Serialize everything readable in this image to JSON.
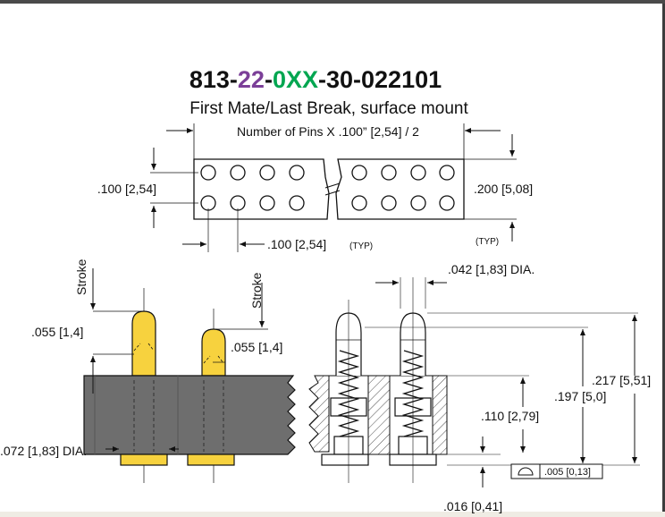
{
  "part_number": {
    "p1": "813-",
    "p2": "22",
    "p3": "-",
    "p4": "0XX",
    "p5": "-30-022101"
  },
  "subtitle": "First Mate/Last Break, surface mount",
  "colors": {
    "purple": "#7b3f98",
    "green": "#00a650",
    "gold": "#f7d23e",
    "body": "#6e6e6e",
    "frame": "#4a4a4a"
  },
  "top_view": {
    "pin_count_label": "Number of Pins X .100” [2,54] / 2",
    "row_pitch": ".100 [2,54]",
    "col_pitch": ".100 [2,54]",
    "col_pitch_typ": "(TYP)",
    "height": ".200 [5,08]"
  },
  "side_left": {
    "stroke1": "Stroke",
    "stroke2": "Stroke",
    "tip1": ".055 [1,4]",
    "tip2": ".055 [1,4]",
    "base_dia": ".072 [1,83] DIA."
  },
  "section": {
    "typ": "(TYP)",
    "pin_dia": ".042 [1,83] DIA.",
    "h_total": ".217 [5,51]",
    "h_mid": ".197 [5,0]",
    "h_body": ".110 [2,79]",
    "flatness": ".005 [0,13]",
    "bottom": ".016 [0,41]"
  }
}
